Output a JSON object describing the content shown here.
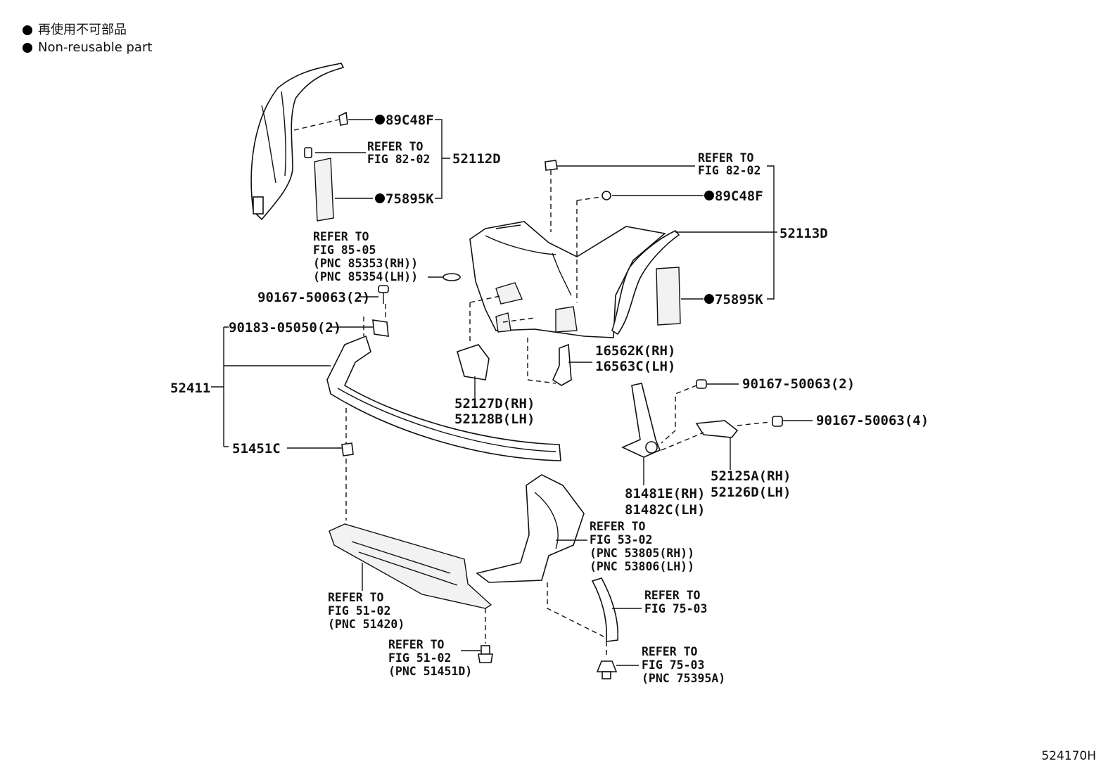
{
  "legend": {
    "line_ja": "再使用不可部品",
    "line_en": "Non-reusable part"
  },
  "labels": {
    "p89C48F_a": "89C48F",
    "p52112D": "52112D",
    "p75895K_a": "75895K",
    "p89C48F_b": "89C48F",
    "p52113D": "52113D",
    "p75895K_b": "75895K",
    "p90167_a": "90167-50063(2)",
    "p90183": "90183-05050(2)",
    "p52411": "52411",
    "p51451C": "51451C",
    "p16562K": "16562K(RH)",
    "p16563C": "16563C(LH)",
    "p52127D": "52127D(RH)",
    "p52128B": "52128B(LH)",
    "p90167_b": "90167-50063(2)",
    "p90167_c": "90167-50063(4)",
    "p52125A": "52125A(RH)",
    "p52126D": "52126D(LH)",
    "p81481E": "81481E(RH)",
    "p81482C": "81482C(LH)"
  },
  "refs": {
    "r1a": "REFER TO",
    "r1b": "FIG 82-02",
    "r2a": "REFER TO",
    "r2b": "FIG 82-02",
    "r3a": "REFER TO",
    "r3b": "FIG 85-05",
    "r3c": "(PNC 85353(RH))",
    "r3d": "(PNC 85354(LH))",
    "r4a": "REFER TO",
    "r4b": "FIG 53-02",
    "r4c": "(PNC 53805(RH))",
    "r4d": "(PNC 53806(LH))",
    "r5a": "REFER TO",
    "r5b": "FIG 51-02",
    "r5c": "(PNC 51420)",
    "r6a": "REFER TO",
    "r6b": "FIG 75-03",
    "r7a": "REFER TO",
    "r7b": "FIG 51-02",
    "r7c": "(PNC 51451D)",
    "r8a": "REFER TO",
    "r8b": "FIG 75-03",
    "r8c": "(PNC 75395A)"
  },
  "figure_code": "524170H"
}
